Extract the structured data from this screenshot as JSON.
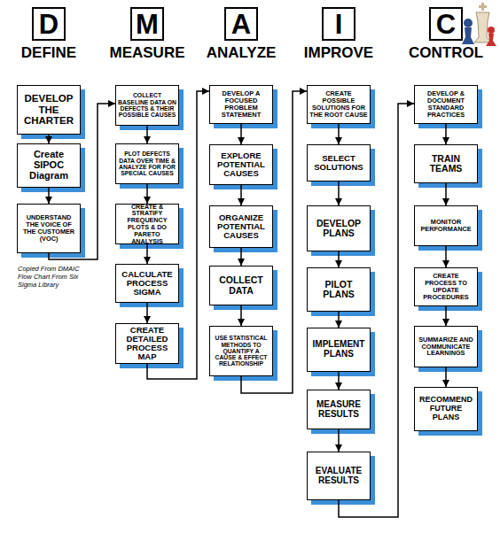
{
  "diagram": {
    "nodes": [
      {
        "text": [
          "D",
          "DEFINE"
        ]
      },
      {
        "text": [
          "M",
          "MEASURE"
        ]
      },
      {
        "text": [
          "A",
          "ANALYZE"
        ]
      },
      {
        "text": [
          "I",
          "IMPROVE"
        ]
      },
      {
        "text": [
          "C",
          "CONTROL"
        ]
      },
      {
        "text": [
          "DEVELOP THE CHARTER"
        ]
      },
      {
        "text": [
          "Create SIPOC Diagram"
        ]
      },
      {
        "text": [
          "UNDERSTAND THE VOICE OF THE CUSTOMER (VOC)"
        ]
      },
      {
        "text": [
          "COLLECT BASELINE DATA ON DEFECTS & THEIR POSSIBLE CAUSES"
        ]
      },
      {
        "text": [
          "PLOT DEFECTS DATA OVER TIME & ANALYZE FOR FOR SPECIAL CAUSES"
        ]
      },
      {
        "text": [
          "CREATE & STRATIFY FREQUENCY PLOTS & DO PARETO ANALYSIS"
        ]
      },
      {
        "text": [
          "CALCULATE PROCESS SIGMA"
        ]
      },
      {
        "text": [
          "CREATE DETAILED PROCESS MAP"
        ]
      },
      {
        "text": [
          "DEVELOP A FOCUSED PROBLEM STATEMENT"
        ]
      },
      {
        "text": [
          "EXPLORE POTENTIAL CAUSES"
        ]
      },
      {
        "text": [
          "ORGANIZE POTENTIAL CAUSES"
        ]
      },
      {
        "text": [
          "COLLECT DATA"
        ]
      },
      {
        "text": [
          "USE STATISTICAL METHODS TO QUANTIFY A CAUSE & EFFECT RELATIONSHIP"
        ]
      },
      {
        "text": [
          "CREATE POSSIBLE SOLUTIONS FOR THE ROOT CAUSE"
        ]
      },
      {
        "text": [
          "SELECT SOLUTIONS"
        ]
      },
      {
        "text": [
          "DEVELOP PLANS"
        ]
      },
      {
        "text": [
          "PILOT PLANS"
        ]
      },
      {
        "text": [
          "IMPLEMENT PLANS"
        ]
      },
      {
        "text": [
          "MEASURE RESULTS"
        ]
      },
      {
        "text": [
          "EVALUATE RESULTS"
        ]
      },
      {
        "text": [
          "DEVELOP & DOCUMENT STANDARD PRACTICES"
        ]
      },
      {
        "text": [
          "TRAIN TEAMS"
        ]
      },
      {
        "text": [
          "MONITOR PERFORMANCE"
        ]
      },
      {
        "text": [
          "CREATE PROCESS TO UPDATE PROCEDURES"
        ]
      },
      {
        "text": [
          "SUMMARIZE AND COMMUNICATE LEARNINGS"
        ]
      },
      {
        "text": [
          "RECOMMEND FUTURE PLANS"
        ]
      }
    ],
    "edges": [
      {
        "from": 5,
        "to": 6,
        "arrow": "to"
      },
      {
        "from": 6,
        "to": 7,
        "arrow": "to"
      },
      {
        "from": 7,
        "to": 8,
        "arrow": "to"
      },
      {
        "from": 8,
        "to": 9,
        "arrow": "to"
      },
      {
        "from": 9,
        "to": 10,
        "arrow": "to"
      },
      {
        "from": 10,
        "to": 11,
        "arrow": "to"
      },
      {
        "from": 11,
        "to": 12,
        "arrow": "to"
      },
      {
        "from": 12,
        "to": 13,
        "arrow": "to"
      },
      {
        "from": 13,
        "to": 14,
        "arrow": "to"
      },
      {
        "from": 14,
        "to": 15,
        "arrow": "to"
      },
      {
        "from": 15,
        "to": 16,
        "arrow": "to"
      },
      {
        "from": 16,
        "to": 17,
        "arrow": "to"
      },
      {
        "from": 17,
        "to": 18,
        "arrow": "to"
      },
      {
        "from": 18,
        "to": 19,
        "arrow": "to"
      },
      {
        "from": 19,
        "to": 20,
        "arrow": "to"
      },
      {
        "from": 20,
        "to": 21,
        "arrow": "to"
      },
      {
        "from": 21,
        "to": 22,
        "arrow": "to"
      },
      {
        "from": 22,
        "to": 23,
        "arrow": "to"
      },
      {
        "from": 23,
        "to": 24,
        "arrow": "to"
      },
      {
        "from": 24,
        "to": 25,
        "arrow": "to"
      },
      {
        "from": 25,
        "to": 26,
        "arrow": "to"
      },
      {
        "from": 26,
        "to": 27,
        "arrow": "to"
      },
      {
        "from": 27,
        "to": 28,
        "arrow": "to"
      },
      {
        "from": 28,
        "to": 29,
        "arrow": "to"
      },
      {
        "from": 29,
        "to": 30,
        "arrow": "to"
      }
    ],
    "labels": [
      "Copied From DMAIC Flow Chart From Six Sigma Library"
    ]
  }
}
